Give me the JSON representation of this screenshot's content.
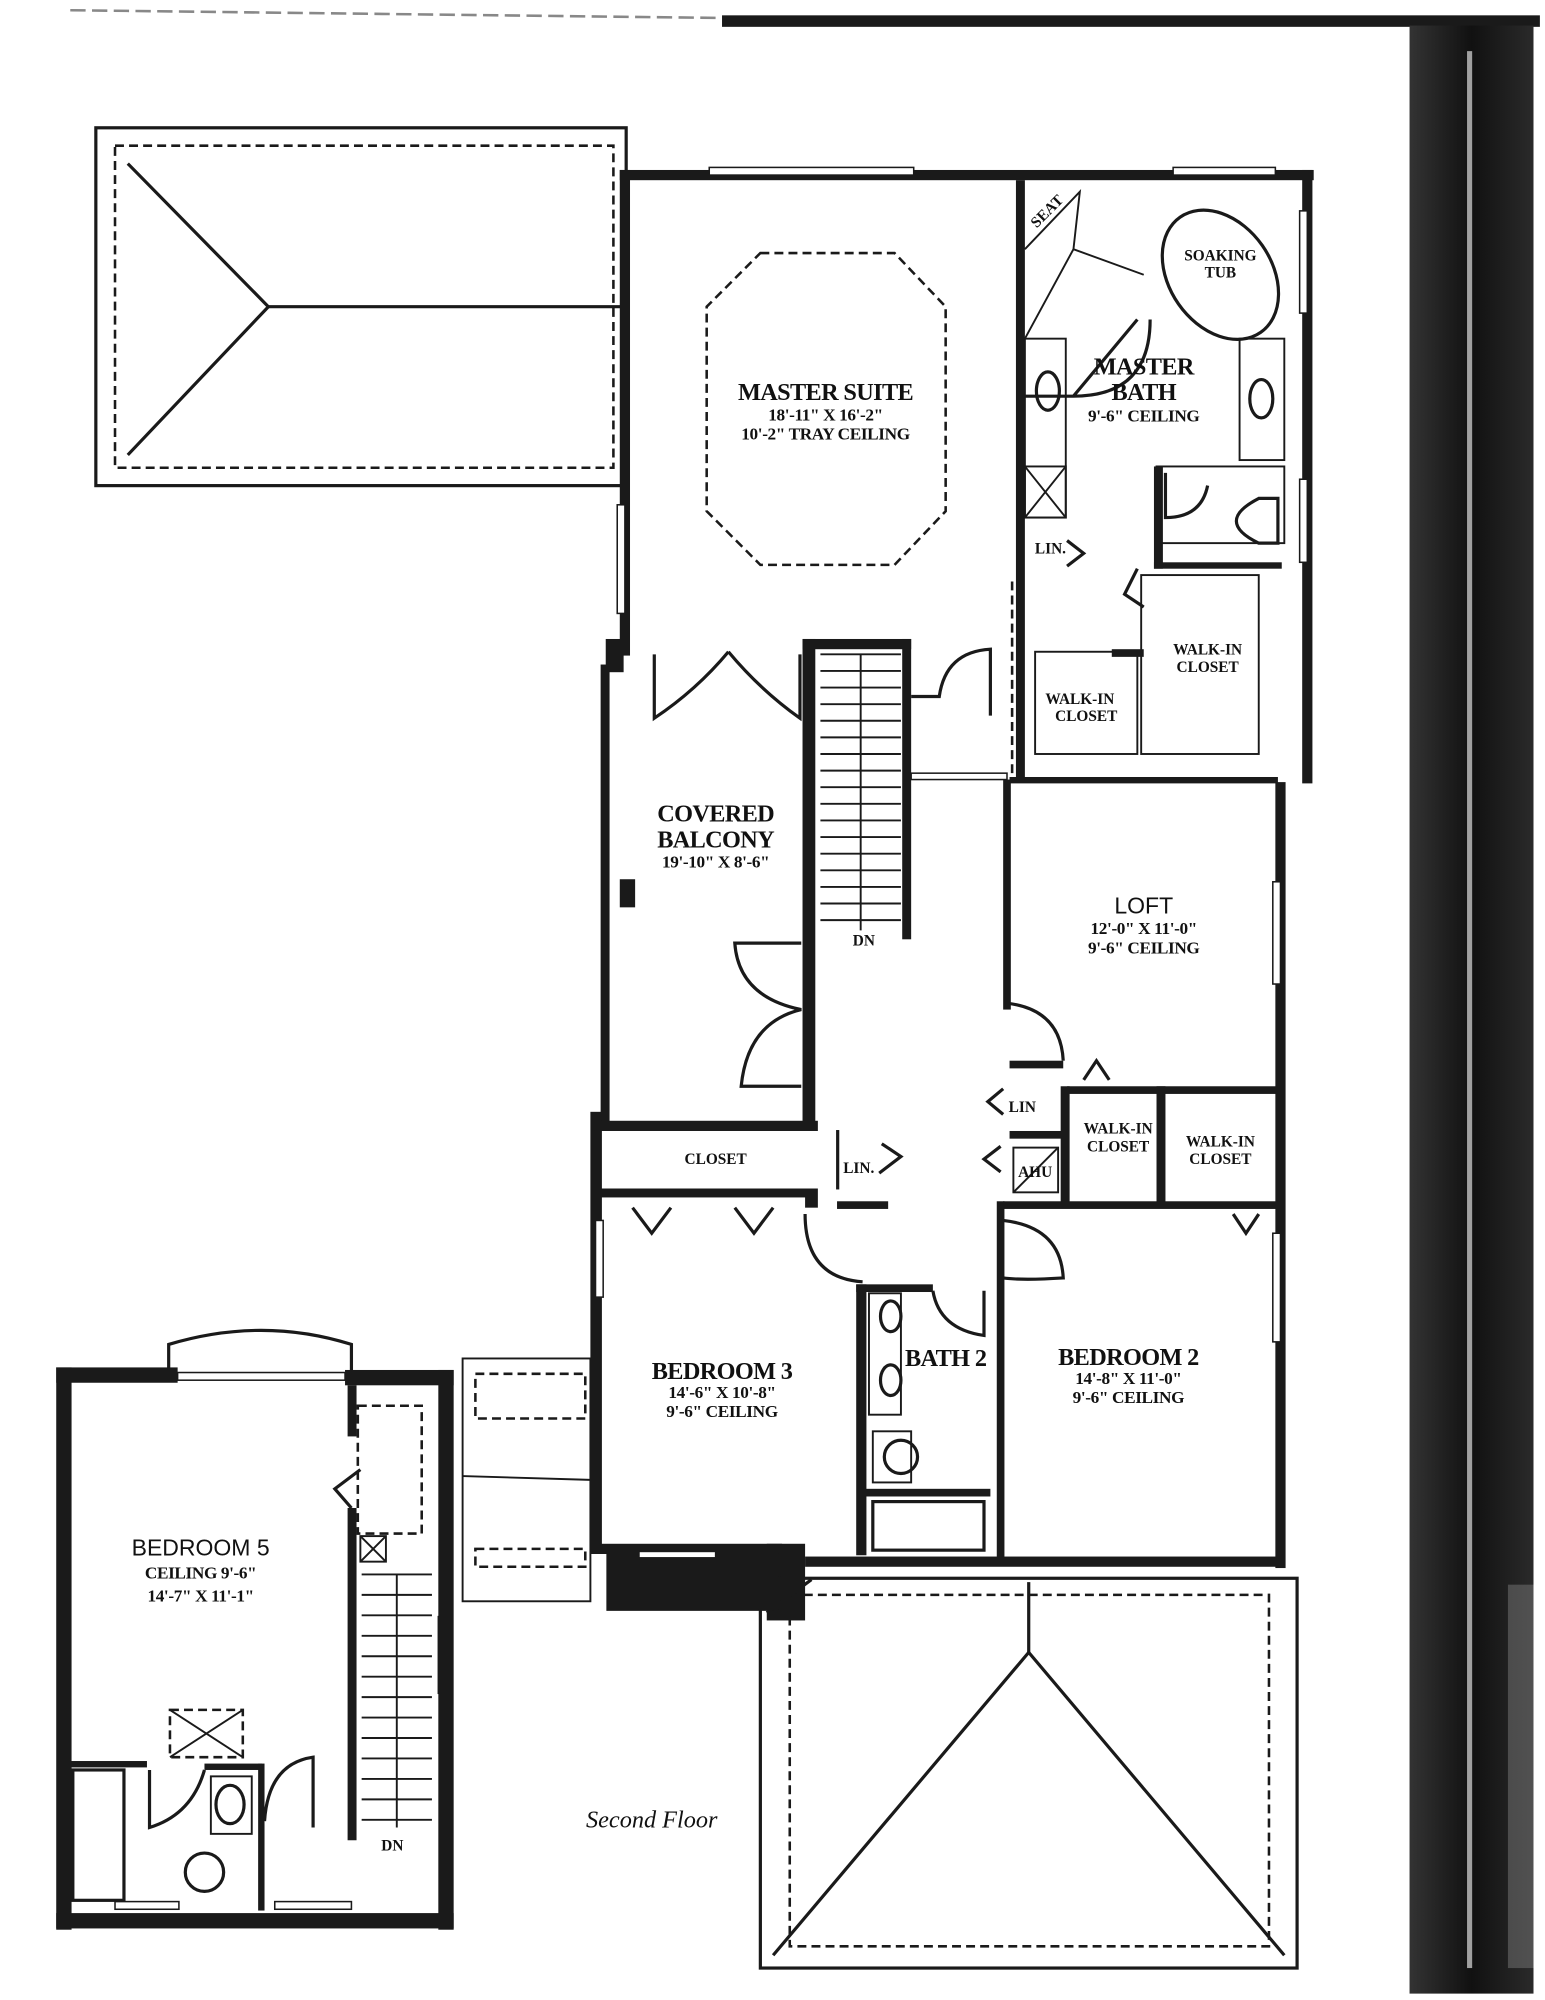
{
  "plan": {
    "caption": "Second Floor",
    "rooms": {
      "master_suite": {
        "name": "MASTER SUITE",
        "size": "18'-11\" X 16'-2\"",
        "ceiling": "10'-2\" TRAY CEILING"
      },
      "master_bath": {
        "name_line1": "MASTER",
        "name_line2": "BATH",
        "ceiling": "9'-6\" CEILING"
      },
      "soaking_tub": {
        "line1": "SOAKING",
        "line2": "TUB"
      },
      "seat": "SEAT",
      "master_linen": "LIN.",
      "walk_in_closet_a": {
        "line1": "WALK-IN",
        "line2": "CLOSET"
      },
      "walk_in_closet_b": {
        "line1": "WALK-IN",
        "line2": "CLOSET"
      },
      "covered_balcony": {
        "name_line1": "COVERED",
        "name_line2": "BALCONY",
        "size": "19'-10\" X 8'-6\""
      },
      "stair_down": "DN",
      "loft": {
        "name": "LOFT",
        "size": "12'-0\" X 11'-0\"",
        "ceiling": "9'-6\" CEILING"
      },
      "hall_linen_1": "LIN",
      "hall_linen_2": "LIN.",
      "ahu": "AHU",
      "walk_in_closet_c": {
        "line1": "WALK-IN",
        "line2": "CLOSET"
      },
      "walk_in_closet_d": {
        "line1": "WALK-IN",
        "line2": "CLOSET"
      },
      "closet": "CLOSET",
      "bedroom_3": {
        "name": "BEDROOM 3",
        "size": "14'-6\" X 10'-8\"",
        "ceiling": "9'-6\" CEILING"
      },
      "bath_2": "BATH 2",
      "bedroom_2": {
        "name": "BEDROOM 2",
        "size": "14'-8\" X 11'-0\"",
        "ceiling": "9'-6\" CEILING"
      },
      "bedroom_5": {
        "name": "BEDROOM 5",
        "ceiling": "CEILING 9'-6\"",
        "size": "14'-7\" X 11'-1\""
      },
      "stair_down_2": "DN"
    }
  },
  "colors": {
    "ink": "#1a1a1a",
    "paper": "#ffffff"
  }
}
